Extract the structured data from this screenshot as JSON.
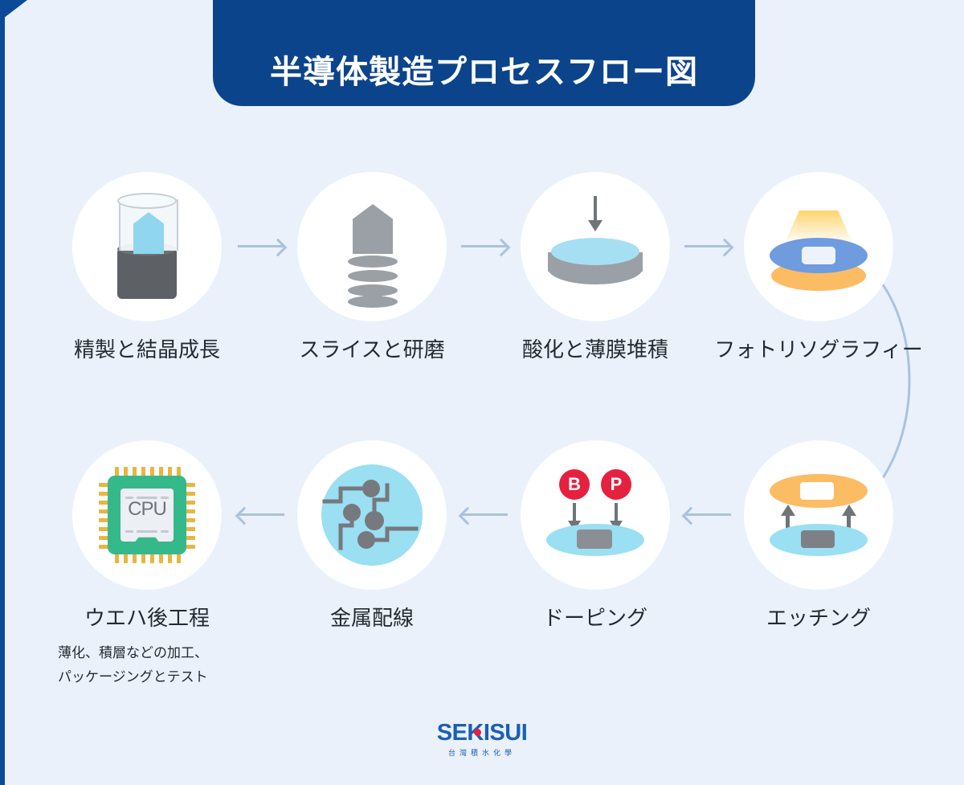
{
  "header": {
    "title": "半導体製造プロセスフロー図",
    "banner_color": "#0c448c"
  },
  "theme": {
    "background": "#eaf1fa",
    "circle": "#ffffff",
    "arrow": "#a9c2e0",
    "accent_blue": "#0b4a97",
    "text": "#232a31"
  },
  "steps": [
    {
      "id": "purification-crystal-growth",
      "label": "精製と結晶成長",
      "icon": "crucible-crystal-icon",
      "sub": ""
    },
    {
      "id": "slicing-polishing",
      "label": "スライスと研磨",
      "icon": "ingot-slices-icon",
      "sub": ""
    },
    {
      "id": "oxidation-thin-film",
      "label": "酸化と薄膜堆積",
      "icon": "wafer-deposition-icon",
      "sub": ""
    },
    {
      "id": "photolithography",
      "label": "フォトリソグラフィー",
      "icon": "photolithography-icon",
      "sub": ""
    },
    {
      "id": "etching",
      "label": "エッチング",
      "icon": "etching-icon",
      "sub": ""
    },
    {
      "id": "doping",
      "label": "ドーピング",
      "icon": "doping-icon",
      "sub": ""
    },
    {
      "id": "metal-wiring",
      "label": "金属配線",
      "icon": "circuit-wiring-icon",
      "sub": ""
    },
    {
      "id": "wafer-backend",
      "label": "ウエハ後工程",
      "icon": "cpu-chip-icon",
      "sub_line1": "薄化、積層などの加工、",
      "sub_line2": "パッケージングとテスト"
    }
  ],
  "icons": {
    "doping_dopant_b": "B",
    "doping_dopant_p": "P",
    "cpu_label": "CPU"
  },
  "footer": {
    "logo_text": "SEKISUI",
    "logo_sub": "台灣積水化學"
  }
}
